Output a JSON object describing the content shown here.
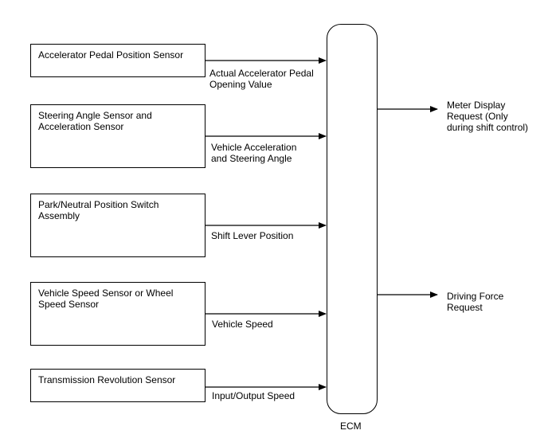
{
  "inputs": [
    {
      "sensor": "Accelerator Pedal Position Sensor",
      "signal": "Actual Accelerator Pedal\nOpening Value"
    },
    {
      "sensor": "Steering Angle Sensor and\nAcceleration Sensor",
      "signal": "Vehicle Acceleration\nand Steering Angle"
    },
    {
      "sensor": "Park/Neutral Position Switch\nAssembly",
      "signal": "Shift Lever Position"
    },
    {
      "sensor": "Vehicle Speed Sensor or Wheel\nSpeed Sensor",
      "signal": "Vehicle Speed"
    },
    {
      "sensor": "Transmission Revolution Sensor",
      "signal": "Input/Output Speed"
    }
  ],
  "ecm": {
    "label": "ECM"
  },
  "outputs": [
    {
      "signal": "Meter Display\nRequest (Only\nduring shift control)"
    },
    {
      "signal": "Driving Force\nRequest"
    }
  ]
}
